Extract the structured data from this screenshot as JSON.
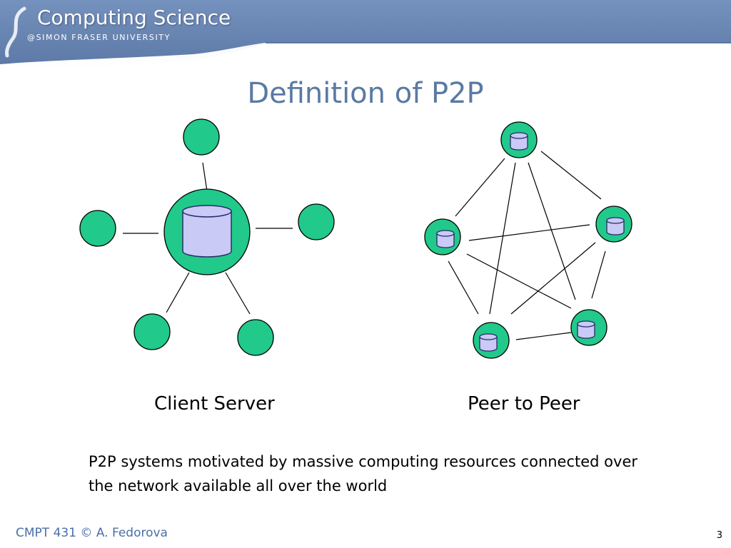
{
  "header": {
    "brand_title": "Computing Science",
    "brand_subtitle": "@SIMON FRASER UNIVERSITY",
    "banner_color": "#6a86b2"
  },
  "slide": {
    "title": "Definition of P2P",
    "client_server_label": "Client Server",
    "p2p_label": "Peer to Peer",
    "body": "P2P systems motivated by massive computing resources connected over the network available all over the world"
  },
  "diagram": {
    "node_color": "#21c98a",
    "database_color": "#c9caf5"
  },
  "footer": {
    "course": "CMPT 431 © A. Fedorova",
    "page": "3"
  }
}
